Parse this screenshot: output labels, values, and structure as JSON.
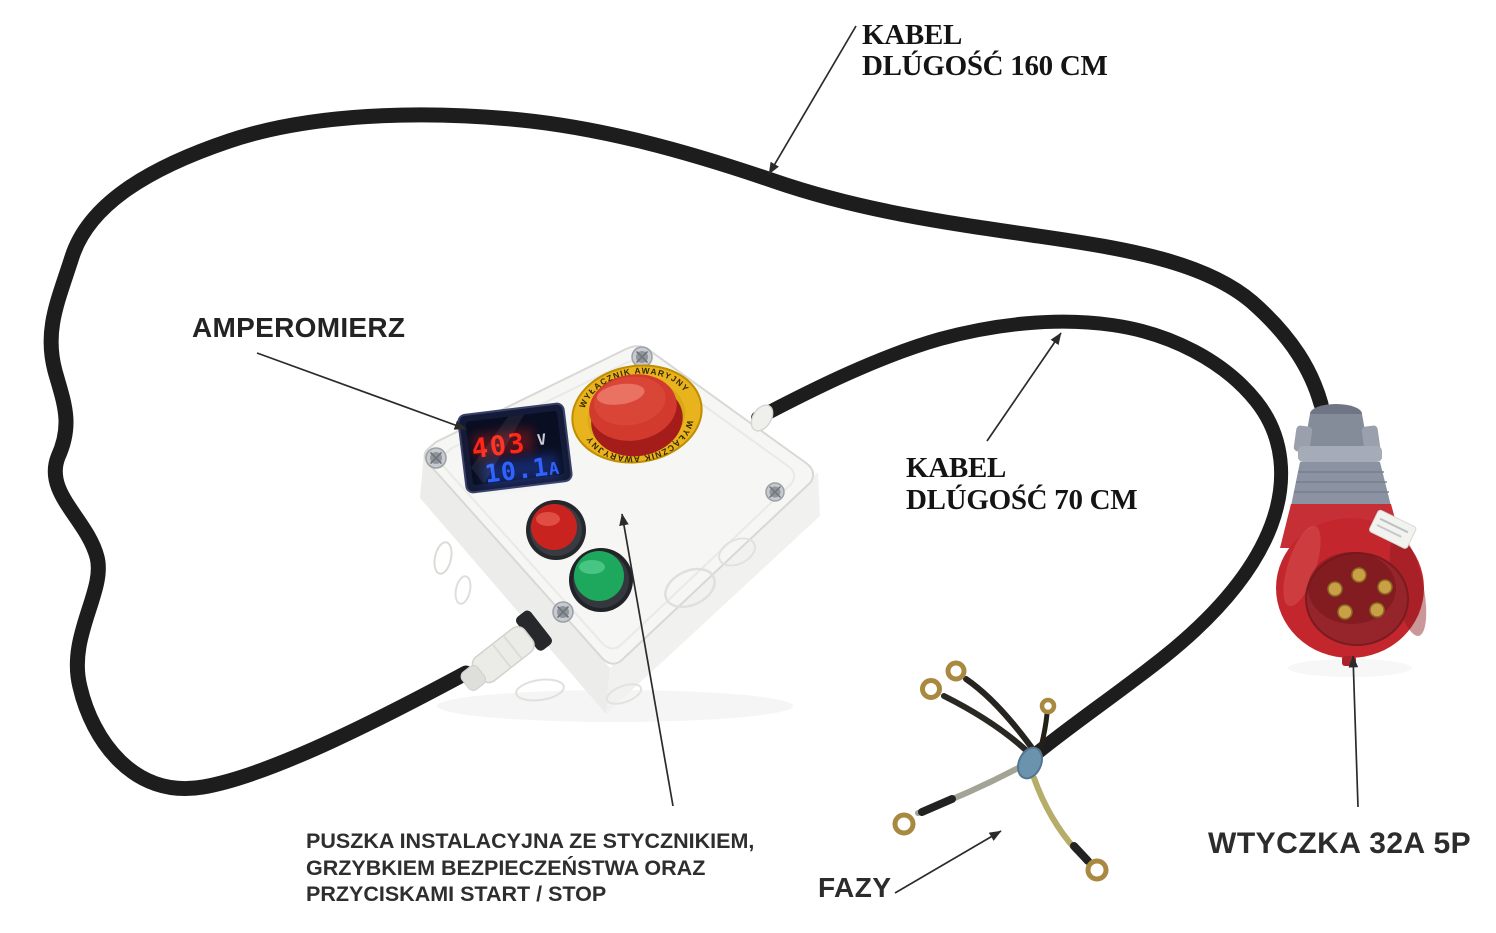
{
  "annotations": {
    "cable_160": {
      "line1": "KABEL",
      "line2": "DLÚGOŚĆ 160 CM"
    },
    "ammeter": {
      "label": "AMPEROMIERZ"
    },
    "cable_70": {
      "line1": "KABEL",
      "line2": "DLÚGOŚĆ 70 CM"
    },
    "junction_box": {
      "line1": "PUSZKA INSTALACYJNA ZE STYCZNIKIEM,",
      "line2": "GRZYBKIEM BEZPIECZEŃSTWA ORAZ",
      "line3": "PRZYCISKAMI START / STOP"
    },
    "phases": {
      "label": "FAZY"
    },
    "plug": {
      "label": "WTYCZKA 32A 5P"
    }
  },
  "device": {
    "meter": {
      "voltage": "403",
      "voltage_unit": "V",
      "current": "10.1",
      "current_unit": "A"
    },
    "estop": {
      "ring_text_top": "WYŁĄCZNIK AWARYJNY",
      "ring_text_bottom": "WYŁĄCZNIK AWARYJNY"
    }
  },
  "colors": {
    "background": "#ffffff",
    "cable": "#1d1d1d",
    "box_lid": "#f6f6f4",
    "estop_ring": "#e9b31e",
    "estop_button": "#d23a2e",
    "stop_button": "#c8231f",
    "start_button": "#1da85e",
    "plug_body": "#c4262e",
    "voltage_digits": "#ff2517",
    "current_digits": "#2f62ff"
  }
}
